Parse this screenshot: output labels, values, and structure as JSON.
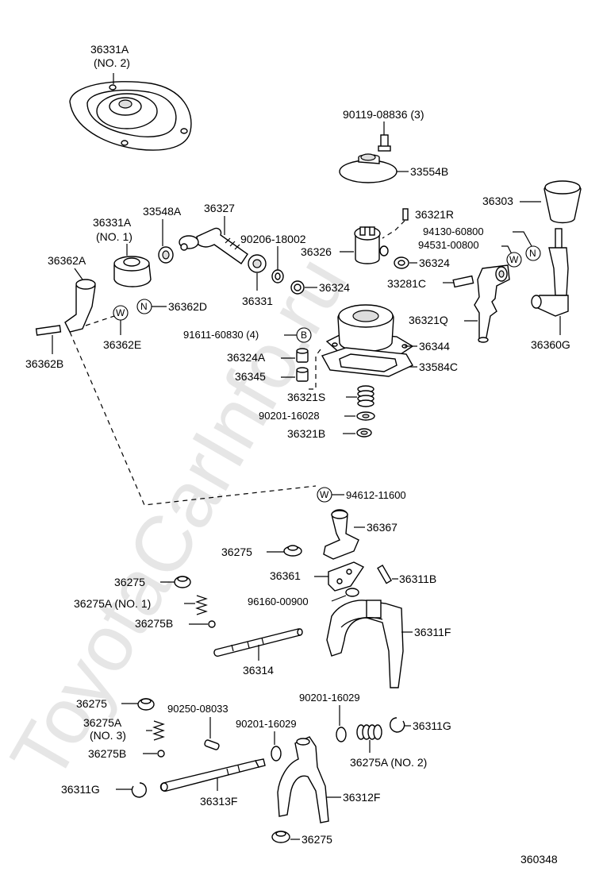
{
  "watermark": "ToyotaCarInfo.ru",
  "diagram_number": "360348",
  "symbols": {
    "w": "W",
    "n": "N",
    "b": "B"
  },
  "labels": {
    "p36331a_no2": "36331A",
    "no2": "(NO. 2)",
    "p90119": "90119-08836 (3)",
    "p33554b": "33554B",
    "p36303": "36303",
    "p36321r": "36321R",
    "p94130": "94130-60800",
    "p94531": "94531-00800",
    "p36324_r": "36324",
    "p33281c": "33281C",
    "p36321q": "36321Q",
    "p36360g": "36360G",
    "p36331a_no1": "36331A",
    "no1": "(NO. 1)",
    "p33548a": "33548A",
    "p36327": "36327",
    "p90206": "90206-18002",
    "p36326": "36326",
    "p36362a": "36362A",
    "p36331": "36331",
    "p36324_c": "36324",
    "p36362d": "36362D",
    "p36362e": "36362E",
    "p36362b": "36362B",
    "p91611": "91611-60830 (4)",
    "p36324a": "36324A",
    "p36345": "36345",
    "p36344": "36344",
    "p33584c": "33584C",
    "p36321s": "36321S",
    "p90201_16028": "90201-16028",
    "p36321b": "36321B",
    "p94612": "94612-11600",
    "p36367": "36367",
    "p36275_a": "36275",
    "p36361": "36361",
    "p36311b": "36311B",
    "p36275_b": "36275",
    "p96160": "96160-00900",
    "p36275a_no1": "36275A (NO. 1)",
    "p36311f": "36311F",
    "p36275b_1": "36275B",
    "p36314": "36314",
    "p36275_c": "36275",
    "p90250": "90250-08033",
    "p90201_16029a": "90201-16029",
    "p36275a_no3a": "36275A",
    "p36275a_no3b": "(NO. 3)",
    "p90201_16029b": "90201-16029",
    "p36311g_r": "36311G",
    "p36275b_2": "36275B",
    "p36275a_no2": "36275A (NO. 2)",
    "p36311g_l": "36311G",
    "p36313f": "36313F",
    "p36312f": "36312F",
    "p36275_d": "36275"
  }
}
